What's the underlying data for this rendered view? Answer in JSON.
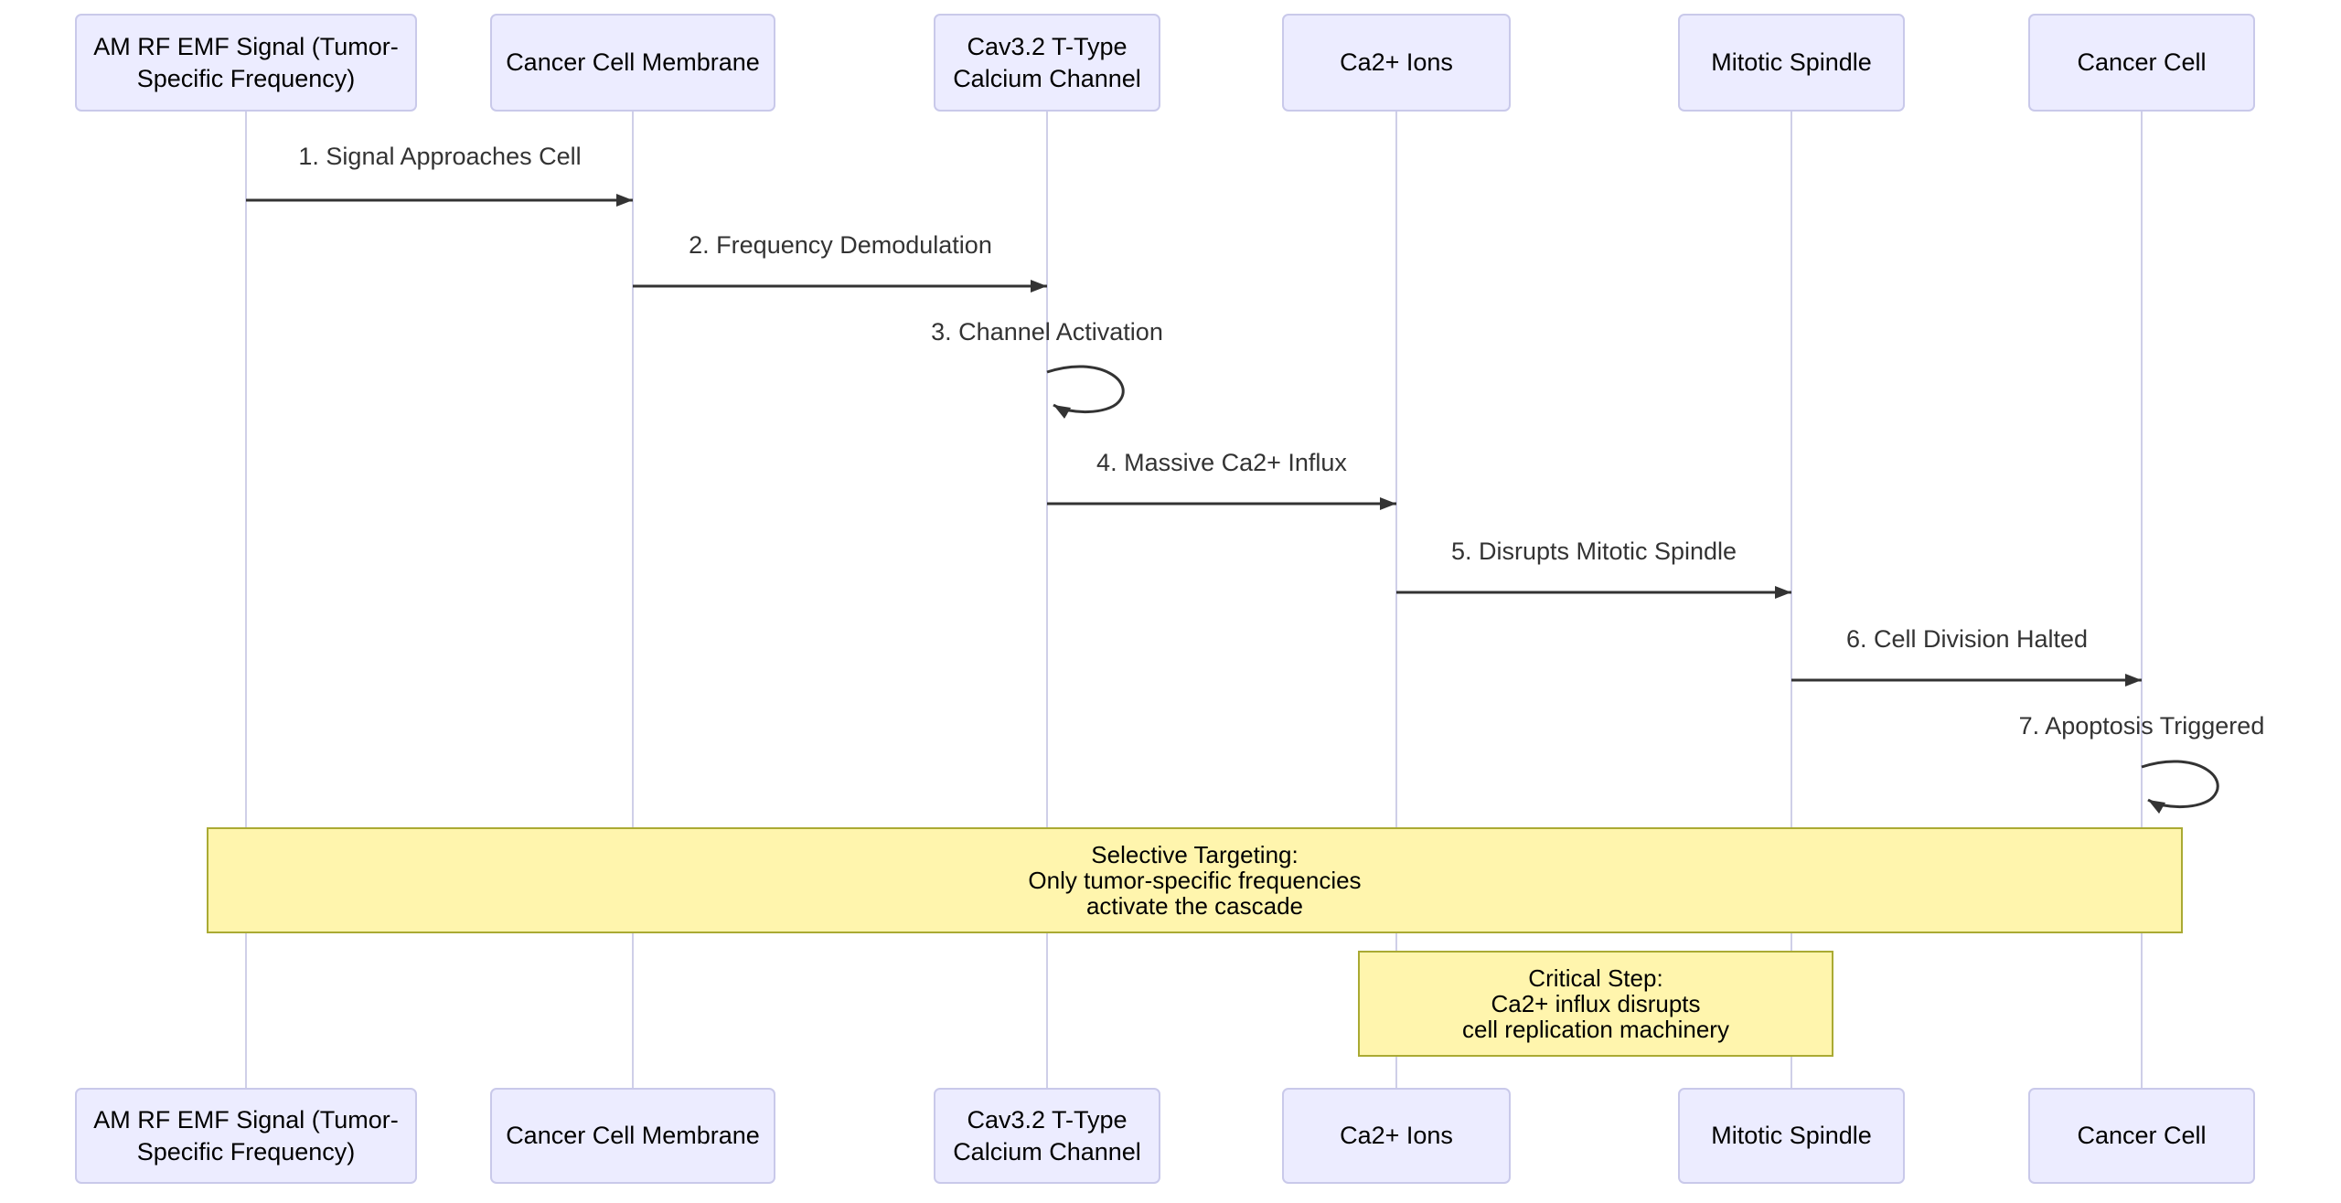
{
  "colors": {
    "background": "#FFFFFF",
    "actor_fill": "#ECECFF",
    "actor_border": "#C9C9EA",
    "actor_text": "#000000",
    "lifeline": "#CFCFE8",
    "signal": "#333333",
    "note_fill": "#FFF5AD",
    "note_border": "#AAAA33",
    "note_text": "#000000"
  },
  "diagram_type": "sequence",
  "actors": [
    "AM RF EMF Signal (Tumor-Specific Frequency)",
    "Cancer Cell Membrane",
    "Cav3.2 T-Type Calcium Channel",
    "Ca2+ Ions",
    "Mitotic Spindle",
    "Cancer Cell"
  ],
  "messages": [
    {
      "label": "1. Signal Approaches Cell",
      "from": "AM RF EMF Signal (Tumor-Specific Frequency)",
      "to": "Cancer Cell Membrane",
      "self": false
    },
    {
      "label": "2. Frequency Demodulation",
      "from": "Cancer Cell Membrane",
      "to": "Cav3.2 T-Type Calcium Channel",
      "self": false
    },
    {
      "label": "3. Channel Activation",
      "from": "Cav3.2 T-Type Calcium Channel",
      "to": "Cav3.2 T-Type Calcium Channel",
      "self": true
    },
    {
      "label": "4. Massive Ca2+ Influx",
      "from": "Cav3.2 T-Type Calcium Channel",
      "to": "Ca2+ Ions",
      "self": false
    },
    {
      "label": "5. Disrupts Mitotic Spindle",
      "from": "Ca2+ Ions",
      "to": "Mitotic Spindle",
      "self": false
    },
    {
      "label": "6. Cell Division Halted",
      "from": "Mitotic Spindle",
      "to": "Cancer Cell",
      "self": false
    },
    {
      "label": "7. Apoptosis Triggered",
      "from": "Cancer Cell",
      "to": "Cancer Cell",
      "self": true
    }
  ],
  "notes": [
    {
      "lines": [
        "Selective Targeting:",
        "Only tumor-specific frequencies",
        "activate the cascade"
      ],
      "over": [
        "AM RF EMF Signal (Tumor-Specific Frequency)",
        "Cancer Cell"
      ]
    },
    {
      "lines": [
        "Critical Step:",
        "Ca2+ influx disrupts",
        "cell replication machinery"
      ],
      "over": [
        "Ca2+ Ions",
        "Mitotic Spindle"
      ]
    }
  ]
}
